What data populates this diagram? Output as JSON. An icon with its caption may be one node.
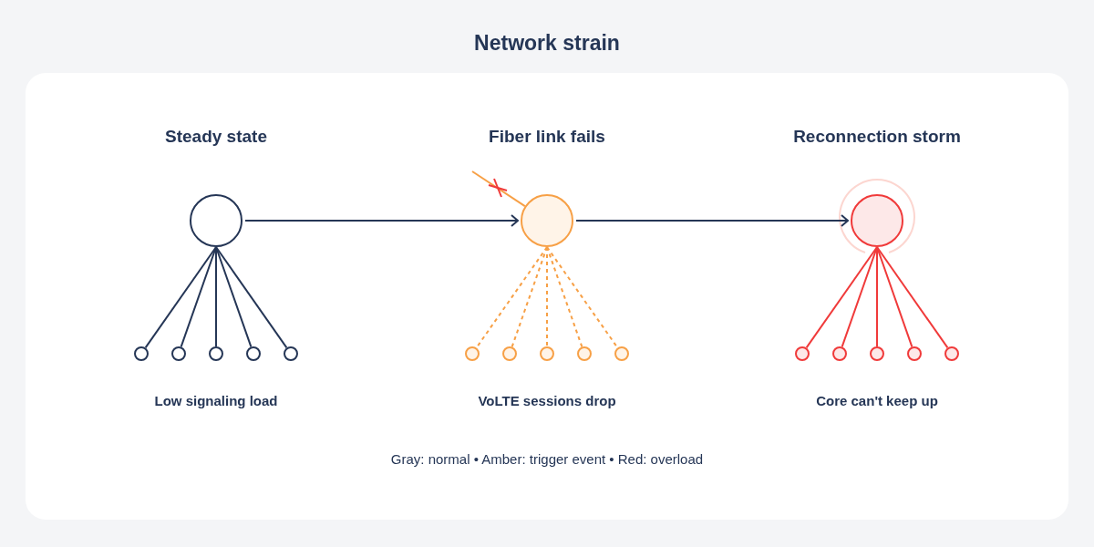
{
  "diagram": {
    "title": "Network strain",
    "nodes": [
      {
        "text": [],
        "shape": "circle",
        "beside": [
          "Steady state"
        ]
      },
      {
        "text": [],
        "shape": "circle",
        "beside": [
          "Fiber link fails"
        ]
      },
      {
        "text": [],
        "shape": "circle",
        "beside": [
          "Reconnection storm"
        ]
      },
      {
        "text": [],
        "shape": "circle"
      },
      {
        "text": [],
        "shape": "circle"
      },
      {
        "text": [],
        "shape": "circle"
      },
      {
        "text": [],
        "shape": "circle"
      },
      {
        "text": [],
        "shape": "circle"
      },
      {
        "text": [],
        "shape": "circle"
      },
      {
        "text": [],
        "shape": "circle"
      },
      {
        "text": [],
        "shape": "circle"
      },
      {
        "text": [],
        "shape": "circle"
      },
      {
        "text": [],
        "shape": "circle"
      },
      {
        "text": [],
        "shape": "circle"
      },
      {
        "text": [],
        "shape": "circle"
      },
      {
        "text": [],
        "shape": "circle"
      },
      {
        "text": [],
        "shape": "circle"
      },
      {
        "text": [],
        "shape": "circle"
      }
    ],
    "edges": [
      {
        "from": 0,
        "to": 1,
        "arrow": "to"
      },
      {
        "from": 1,
        "to": 2,
        "arrow": "to"
      },
      {
        "from": null,
        "to": 1,
        "arrow": "none",
        "color": "#f7a046"
      },
      {
        "from": 0,
        "to": 3,
        "arrow": "none"
      },
      {
        "from": 0,
        "to": 4,
        "arrow": "none"
      },
      {
        "from": 0,
        "to": 5,
        "arrow": "none"
      },
      {
        "from": 0,
        "to": 6,
        "arrow": "none"
      },
      {
        "from": 0,
        "to": 7,
        "arrow": "none"
      },
      {
        "from": 1,
        "to": 8,
        "arrow": "none",
        "style": "dashed",
        "color": "#f7a046"
      },
      {
        "from": 1,
        "to": 9,
        "arrow": "none",
        "style": "dashed",
        "color": "#f7a046"
      },
      {
        "from": 1,
        "to": 10,
        "arrow": "none",
        "style": "dashed",
        "color": "#f7a046"
      },
      {
        "from": 1,
        "to": 11,
        "arrow": "none",
        "style": "dashed",
        "color": "#f7a046"
      },
      {
        "from": 1,
        "to": 12,
        "arrow": "none",
        "style": "dashed",
        "color": "#f7a046"
      },
      {
        "from": 2,
        "to": 13,
        "arrow": "none",
        "color": "#f03a3a"
      },
      {
        "from": 2,
        "to": 14,
        "arrow": "none",
        "color": "#f03a3a"
      },
      {
        "from": 2,
        "to": 15,
        "arrow": "none",
        "color": "#f03a3a"
      },
      {
        "from": 2,
        "to": 16,
        "arrow": "none",
        "color": "#f03a3a"
      },
      {
        "from": 2,
        "to": 17,
        "arrow": "none",
        "color": "#f03a3a"
      }
    ],
    "labels": [
      "Low signaling load",
      "VoLTE sessions drop",
      "Core can't keep up",
      "Gray: normal • Amber: trigger event • Red: overload"
    ]
  }
}
